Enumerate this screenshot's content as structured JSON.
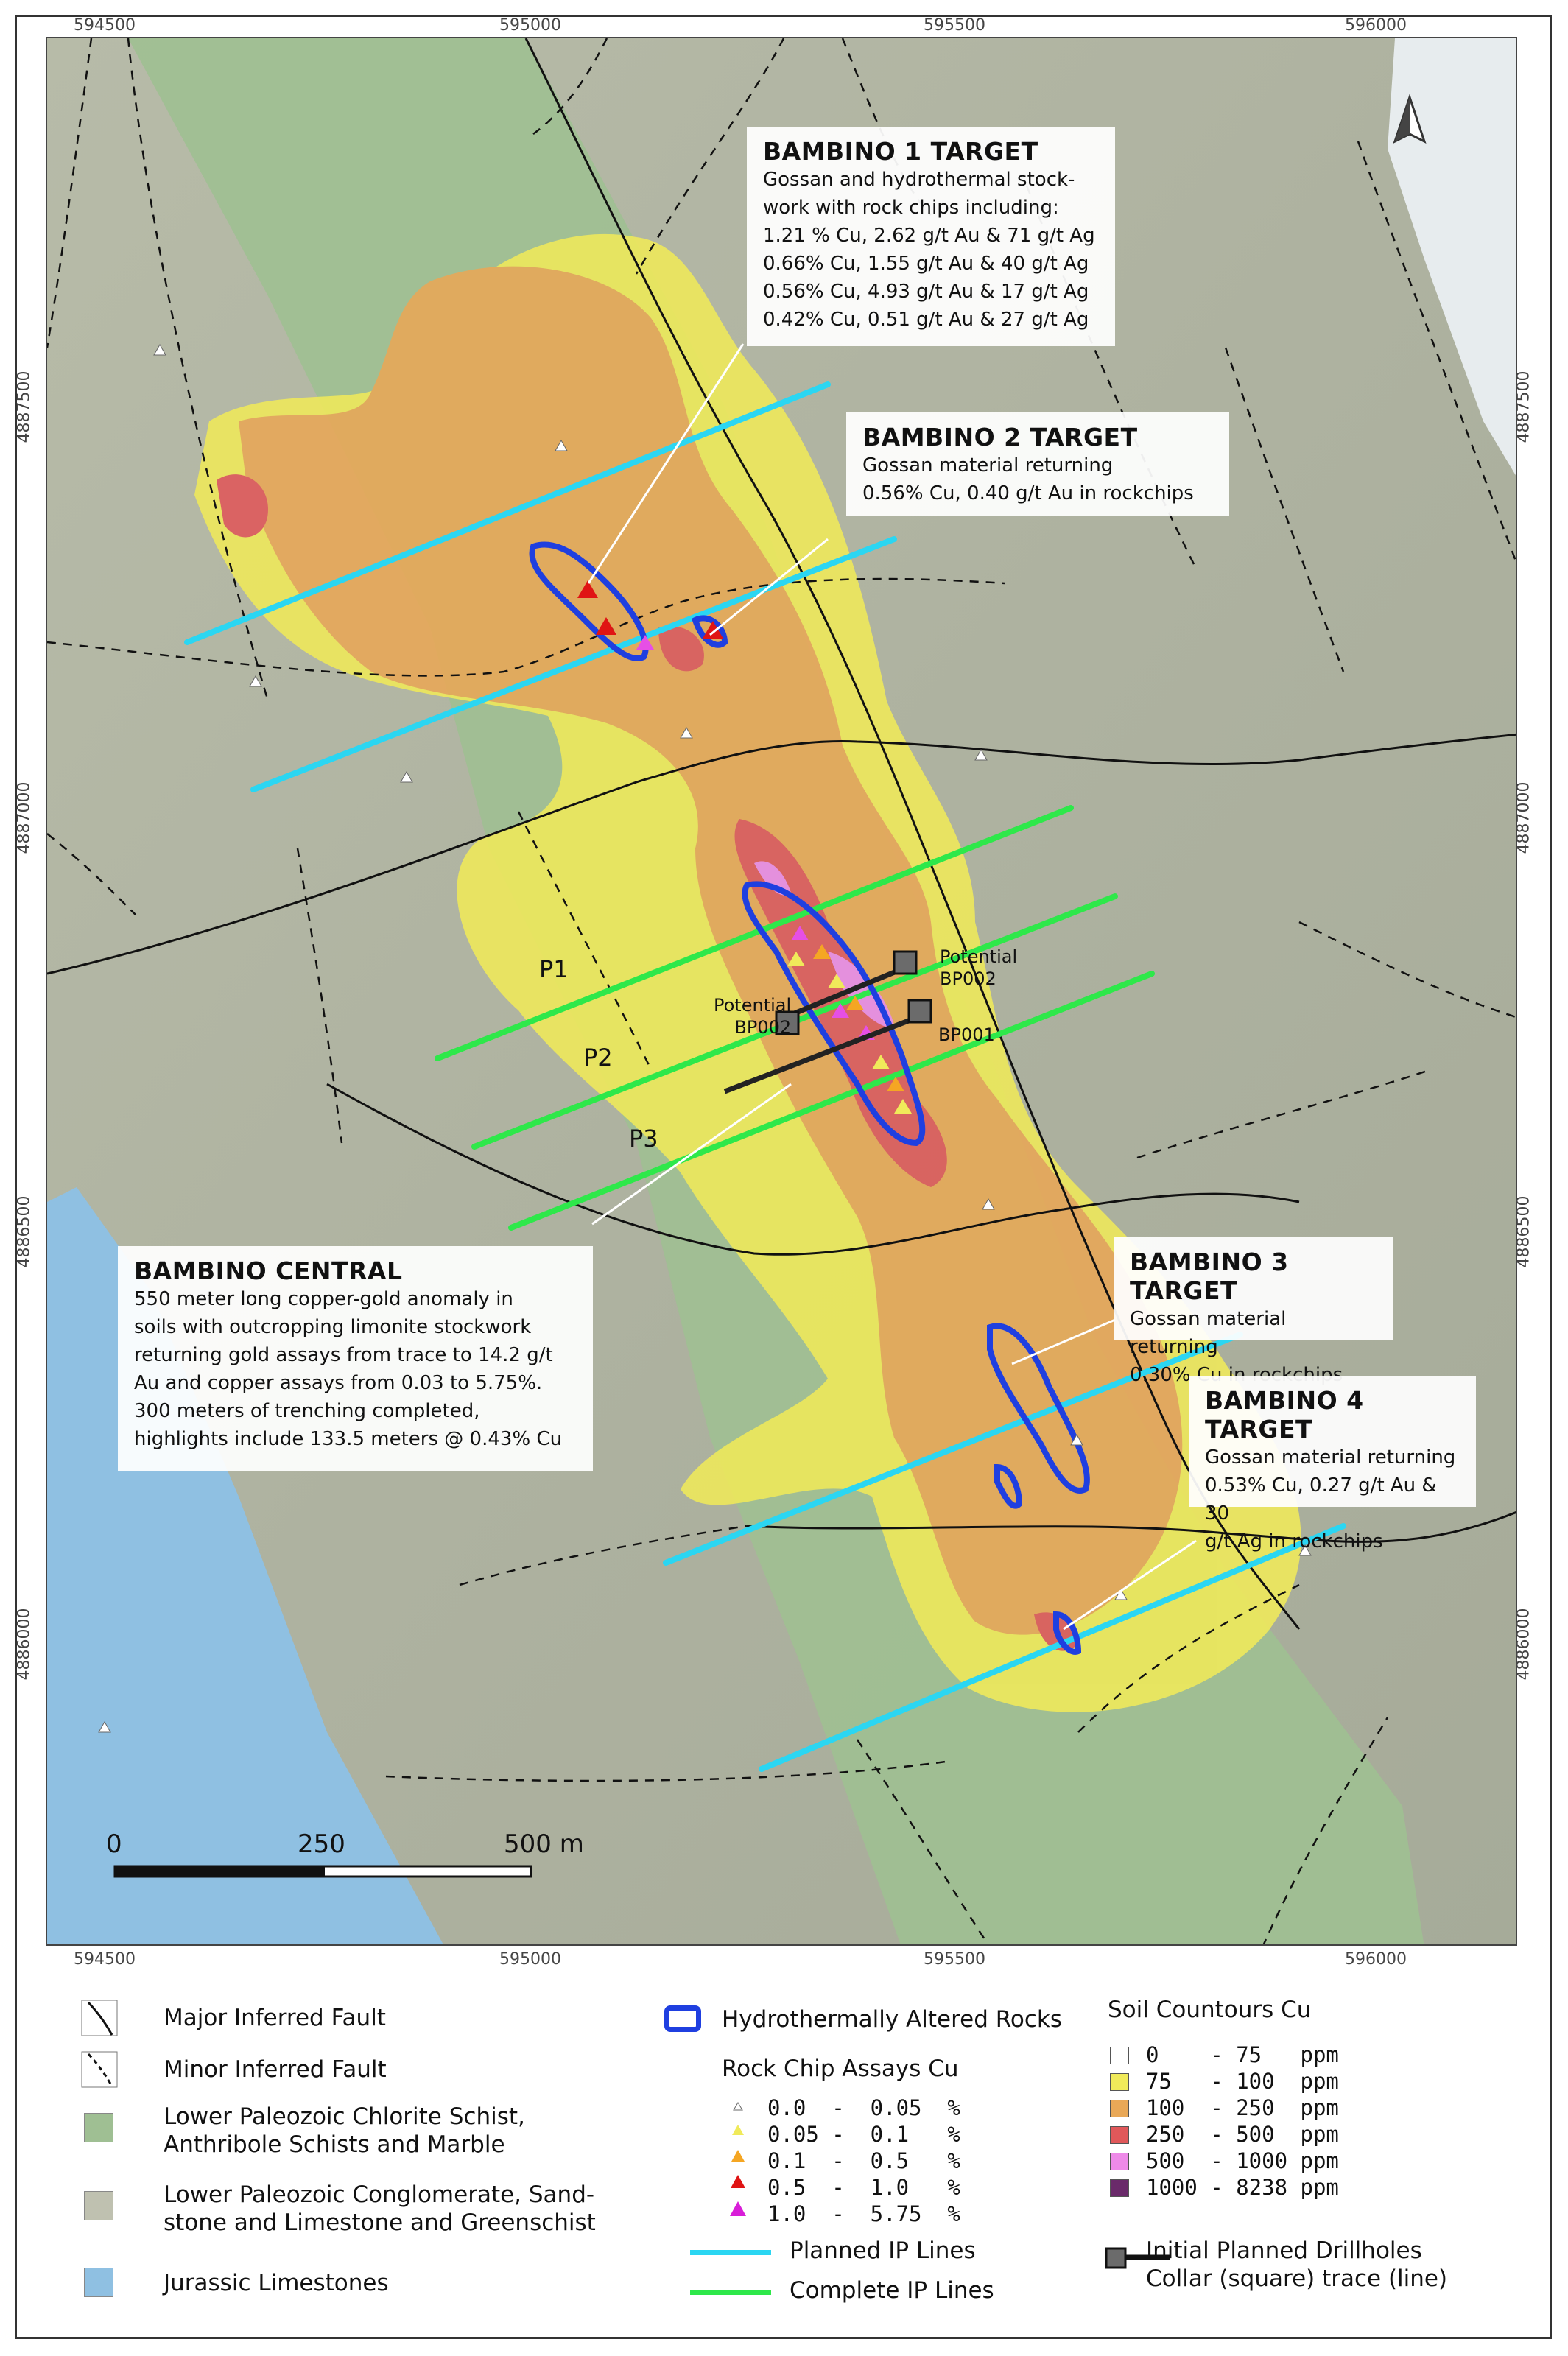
{
  "coords": {
    "x_ticks": [
      "594500",
      "595000",
      "595500",
      "596000"
    ],
    "y_ticks": [
      "4887500",
      "4887000",
      "4886500",
      "4886000"
    ]
  },
  "callouts": {
    "bambino1": {
      "title": "BAMBINO 1 TARGET",
      "lines": [
        "Gossan and hydrothermal stock-",
        "work with rock chips including:",
        "1.21 % Cu, 2.62 g/t Au & 71 g/t Ag",
        "0.66% Cu, 1.55 g/t Au & 40 g/t Ag",
        "0.56% Cu, 4.93 g/t Au & 17 g/t Ag",
        "0.42% Cu, 0.51 g/t Au & 27 g/t Ag"
      ]
    },
    "bambino2": {
      "title": "BAMBINO 2 TARGET",
      "lines": [
        "Gossan material returning",
        "0.56% Cu, 0.40 g/t Au in rockchips"
      ]
    },
    "central": {
      "title": "BAMBINO CENTRAL",
      "lines": [
        "550 meter long copper-gold anomaly in",
        "soils with outcropping limonite stockwork",
        "returning gold assays from trace to 14.2 g/t",
        "Au and copper assays from 0.03 to 5.75%.",
        "300 meters of trenching completed,",
        "highlights include 133.5 meters @ 0.43% Cu"
      ]
    },
    "bambino3": {
      "title": "BAMBINO 3 TARGET",
      "lines": [
        "Gossan material returning",
        "0.30% Cu in rockchips"
      ]
    },
    "bambino4": {
      "title": "BAMBINO 4 TARGET",
      "lines": [
        "Gossan material returning",
        "0.53% Cu, 0.27 g/t Au & 30",
        "g/t Ag in rockchips"
      ]
    }
  },
  "map_labels": {
    "p1": "P1",
    "p2": "P2",
    "p3": "P3",
    "potential_ne": [
      "Potential",
      "BP002"
    ],
    "potential_w": [
      "Potential",
      "BP002"
    ],
    "bp001": "BP001"
  },
  "scalebar": {
    "zero": "0",
    "mid": "250",
    "end": "500 m"
  },
  "legend": {
    "major_fault": "Major Inferred Fault",
    "minor_fault": "Minor Inferred Fault",
    "chlorite": [
      "Lower Paleozoic Chlorite Schist,",
      "Anthribole Schists and Marble"
    ],
    "conglomerate": [
      "Lower Paleozoic Conglomerate, Sand-",
      "stone and Limestone and Greenschist"
    ],
    "jurassic": "Jurassic Limestones",
    "altered": "Hydrothermally Altered Rocks",
    "rock_chip_title": "Rock Chip Assays Cu",
    "rock_chip_rows": [
      "0.0  -  0.05  %",
      "0.05 -  0.1   %",
      "0.1  -  0.5   %",
      "0.5  -  1.0   %",
      "1.0  -  5.75  %"
    ],
    "planned_ip": "Planned IP Lines",
    "complete_ip": "Complete IP Lines",
    "soil_title": "Soil Countours Cu",
    "soil_rows": [
      "0    - 75   ppm",
      "75   - 100  ppm",
      "100  - 250  ppm",
      "250  - 500  ppm",
      "500  - 1000 ppm",
      "1000 - 8238 ppm"
    ],
    "drill": [
      "Initial Planned Drillholes",
      "Collar (square) trace (line)"
    ]
  },
  "colors": {
    "chlorite": "#9fbf93",
    "conglomerate": "#bfc1b0",
    "jurassic": "#8fc0e2",
    "soil_0": "#ffffff",
    "soil_75": "#f0ea5a",
    "soil_100": "#e9a857",
    "soil_250": "#e0585a",
    "soil_500": "#ee8ae8",
    "soil_1000": "#6a2a6a",
    "altered": "#1f3fe0",
    "planned_ip": "#2bd6f2",
    "complete_ip": "#2ee84a"
  }
}
